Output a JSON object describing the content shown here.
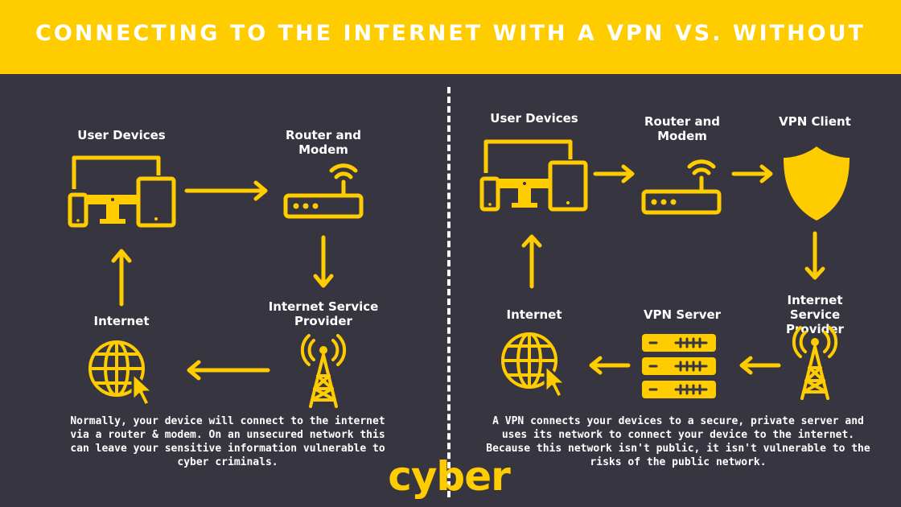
{
  "header": {
    "title": "CONNECTING TO THE INTERNET WITH A VPN VS. WITHOUT"
  },
  "colors": {
    "accent": "#ffcc00",
    "background": "#37353f",
    "text": "#ffffff"
  },
  "left": {
    "user_devices": "User Devices",
    "router": "Router and\nModem",
    "isp": "Internet Service\nProvider",
    "internet": "Internet",
    "description": "Normally, your device will connect to the internet via a router & modem. On an unsecured network this can leave your sensitive information vulnerable to cyber criminals."
  },
  "right": {
    "user_devices": "User Devices",
    "router": "Router and\nModem",
    "vpn_client": "VPN Client",
    "isp": "Internet Service\nProvider",
    "vpn_server": "VPN Server",
    "internet": "Internet",
    "description": "A VPN connects your devices to a secure, private server and uses its network to connect your device to the internet. Because this network isn't public, it isn't vulnerable to the risks of the public network."
  },
  "brand": {
    "logo_text": "cyber"
  },
  "icons": [
    "devices-icon",
    "router-icon",
    "shield-icon",
    "server-icon",
    "tower-icon",
    "globe-icon",
    "cursor-icon",
    "arrow-icon"
  ]
}
